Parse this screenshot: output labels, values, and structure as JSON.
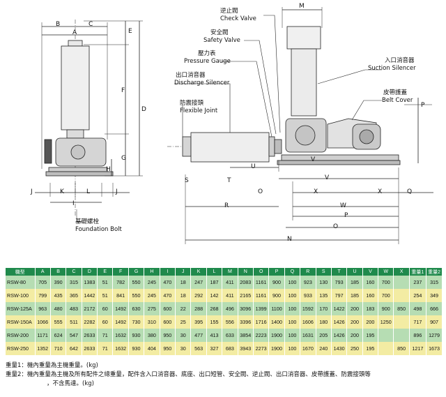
{
  "callouts": {
    "check_valve_zh": "逆止閥",
    "check_valve_en": "Check Valve",
    "safety_valve_zh": "安全閥",
    "safety_valve_en": "Safety Valve",
    "pressure_gauge_zh": "壓力表",
    "pressure_gauge_en": "Pressure Gauge",
    "discharge_silencer_zh": "出口消音器",
    "discharge_silencer_en": "Discharge Silencer",
    "flexible_joint_zh": "防震接頭",
    "flexible_joint_en": "Flexible Joint",
    "suction_silencer_zh": "入口消音器",
    "suction_silencer_en": "Suction Silencer",
    "belt_cover_zh": "皮帶護蓋",
    "belt_cover_en": "Belt Cover",
    "foundation_bolt_zh": "基礎螺栓",
    "foundation_bolt_en": "Foundation Bolt"
  },
  "dims": {
    "A": "A",
    "B": "B",
    "C": "C",
    "D": "D",
    "E": "E",
    "F": "F",
    "G": "G",
    "H": "H",
    "I": "I",
    "J": "J",
    "K": "K",
    "L": "L",
    "M": "M",
    "N": "N",
    "O": "O",
    "P": "P",
    "Q": "Q",
    "R": "R",
    "S": "S",
    "T": "T",
    "U": "U",
    "V": "V",
    "W": "W",
    "X": "X"
  },
  "table": {
    "headers": [
      "機型",
      "A",
      "B",
      "C",
      "D",
      "E",
      "F",
      "G",
      "H",
      "I",
      "J",
      "K",
      "L",
      "M",
      "N",
      "O",
      "P",
      "Q",
      "R",
      "S",
      "T",
      "U",
      "V",
      "W",
      "X",
      "重量1",
      "重量2"
    ],
    "rows": [
      [
        "RSW-80",
        "705",
        "390",
        "315",
        "1383",
        "51",
        "782",
        "550",
        "245",
        "470",
        "18",
        "247",
        "187",
        "411",
        "2083",
        "1161",
        "900",
        "100",
        "923",
        "130",
        "793",
        "185",
        "160",
        "700",
        "",
        "237",
        "315"
      ],
      [
        "RSW-100",
        "799",
        "435",
        "365",
        "1442",
        "51",
        "841",
        "550",
        "245",
        "470",
        "18",
        "292",
        "142",
        "411",
        "2165",
        "1161",
        "900",
        "100",
        "933",
        "135",
        "797",
        "185",
        "160",
        "700",
        "",
        "254",
        "349"
      ],
      [
        "RSW-125A",
        "963",
        "480",
        "483",
        "2172",
        "60",
        "1492",
        "630",
        "275",
        "600",
        "22",
        "288",
        "268",
        "496",
        "3096",
        "1399",
        "1100",
        "100",
        "1592",
        "170",
        "1422",
        "200",
        "183",
        "900",
        "850",
        "498",
        "666"
      ],
      [
        "RSW-150A",
        "1066",
        "555",
        "511",
        "2282",
        "60",
        "1492",
        "730",
        "310",
        "600",
        "25",
        "395",
        "155",
        "556",
        "3396",
        "1716",
        "1400",
        "100",
        "1606",
        "180",
        "1426",
        "200",
        "200",
        "1250",
        "",
        "717",
        "907"
      ],
      [
        "RSW-200",
        "1171",
        "624",
        "547",
        "2633",
        "71",
        "1632",
        "930",
        "380",
        "950",
        "30",
        "477",
        "413",
        "633",
        "3854",
        "2223",
        "1900",
        "100",
        "1631",
        "205",
        "1426",
        "200",
        "195",
        "",
        "",
        "896",
        "1279"
      ],
      [
        "RSW-250",
        "1352",
        "710",
        "642",
        "2633",
        "71",
        "1632",
        "930",
        "404",
        "950",
        "30",
        "563",
        "327",
        "683",
        "3943",
        "2273",
        "1900",
        "100",
        "1670",
        "240",
        "1430",
        "250",
        "195",
        "",
        "850",
        "1217",
        "1673"
      ]
    ]
  },
  "notes": {
    "note1": "重量1：機內重量為主機重量。(kg)",
    "note2a": "重量2：機內重量為主機及所有配件之總重量，配件含入口消音器、底座、出口短管、安全閥、逆止閥、出口消音器、皮帶護蓋、防震接頭等",
    "note2b": "，不含馬達。(kg)"
  }
}
